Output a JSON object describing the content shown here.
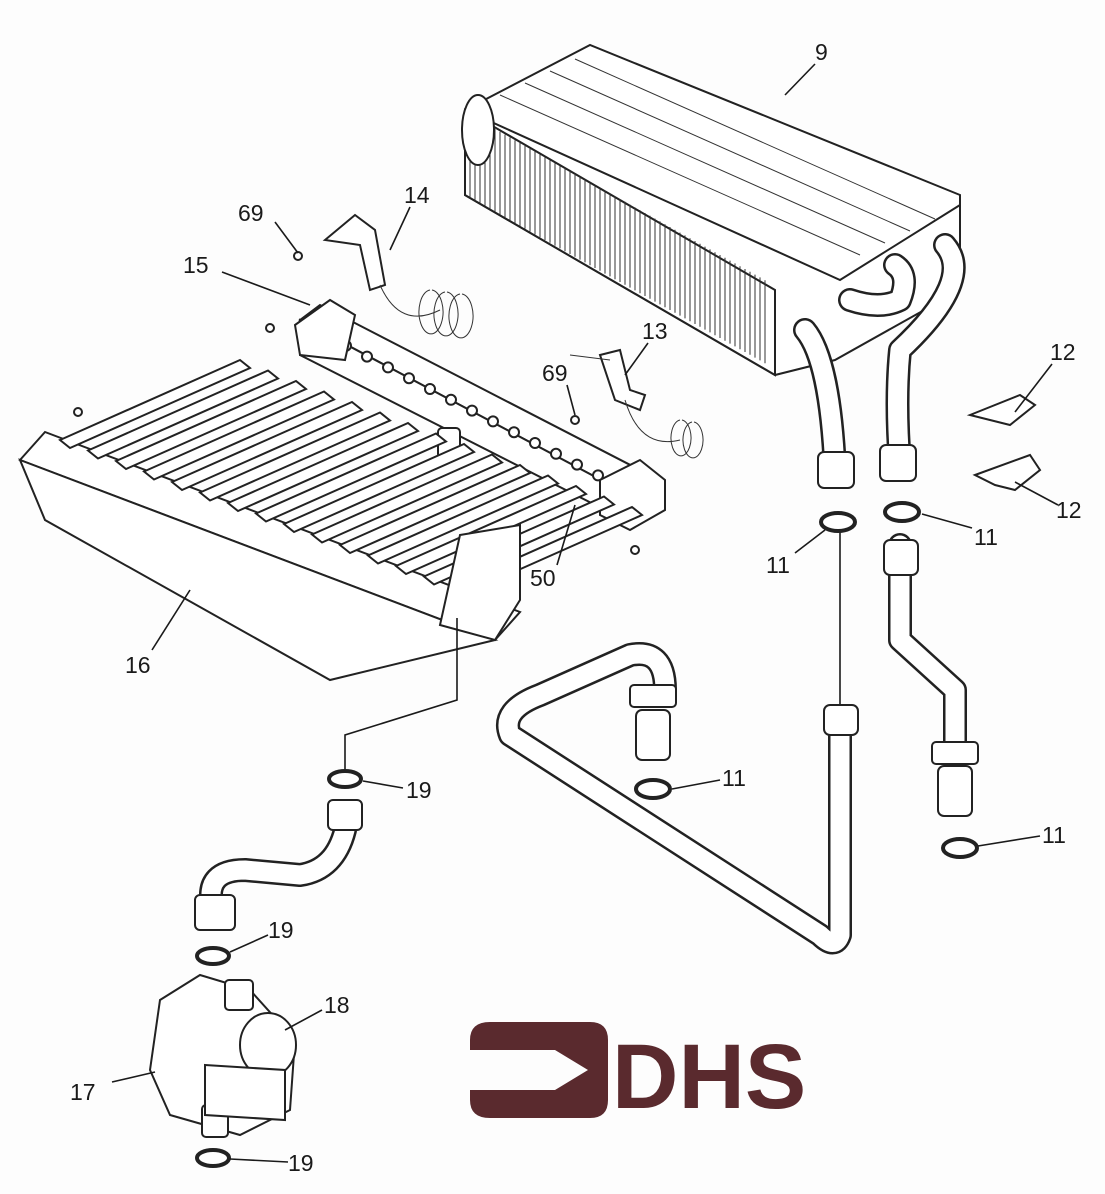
{
  "diagram": {
    "labels": [
      {
        "text": "9"
      },
      {
        "text": "69"
      },
      {
        "text": "14"
      },
      {
        "text": "15"
      },
      {
        "text": "13"
      },
      {
        "text": "69"
      },
      {
        "text": "12"
      },
      {
        "text": "12"
      },
      {
        "text": "11"
      },
      {
        "text": "11"
      },
      {
        "text": "50"
      },
      {
        "text": "16"
      },
      {
        "text": "19"
      },
      {
        "text": "11"
      },
      {
        "text": "11"
      },
      {
        "text": "19"
      },
      {
        "text": "18"
      },
      {
        "text": "17"
      },
      {
        "text": "19"
      }
    ],
    "logo": {
      "text": "DHS",
      "color": "#5a2a2e"
    }
  }
}
